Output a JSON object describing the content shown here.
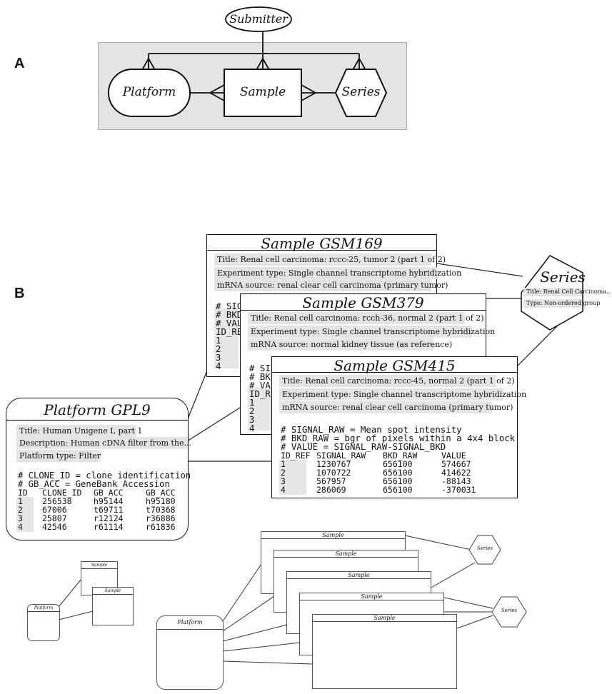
{
  "panel_a": {
    "label": "A",
    "entities": {
      "submitter": "Submitter",
      "platform": "Platform",
      "sample": "Sample",
      "series": "Series"
    }
  },
  "panel_b": {
    "label": "B",
    "samples": [
      {
        "title": "Sample GSM169",
        "fields": [
          "Title: Renal cell carcinoma: rccc-25, tumor 2 (part 1 of 2)",
          "Experiment type: Single channel transcriptome hybridization",
          "mRNA source: renal clear cell carcinoma (primary tumor)"
        ],
        "code_lines": [
          "# SIG",
          "# BKD",
          "# VAL",
          "ID_REF"
        ],
        "ids": [
          "1",
          "2",
          "3",
          "4"
        ]
      },
      {
        "title": "Sample GSM379",
        "fields": [
          "Title: Renal cell carcinoma: rcch-36, normal 2 (part 1 of 2)",
          "Experiment type: Single channel transcriptome hybridization",
          "mRNA source: normal kidney tissue (as reference)"
        ],
        "code_lines": [
          "# SI",
          "# BK",
          "# VA",
          "ID_R"
        ],
        "ids": [
          "1",
          "2",
          "3",
          "4"
        ]
      },
      {
        "title": "Sample GSM415",
        "fields": [
          "Title: Renal cell carcinoma: rccc-45, normal 2 (part 1 of 2)",
          "Experiment type: Single channel transcriptome hybridization",
          "mRNA source: renal clear cell carcinoma (primary tumor)"
        ],
        "comments": [
          "# SIGNAL_RAW = Mean spot intensity",
          "# BKD_RAW = bgr of pixels within a 4x4 block",
          "# VALUE = SIGNAL_RAW-SIGNAL_BKD"
        ],
        "columns": [
          "ID_REF",
          "SIGNAL_RAW",
          "BKD_RAW",
          "VALUE"
        ],
        "rows": [
          [
            "1",
            "1230767",
            "656100",
            "574667"
          ],
          [
            "2",
            "1070722",
            "656100",
            "414622"
          ],
          [
            "3",
            "567957",
            "656100",
            "-88143"
          ],
          [
            "4",
            "286069",
            "656100",
            "-370031"
          ]
        ]
      }
    ],
    "series": {
      "title": "Series",
      "fields": [
        "Title: Renal Cell Carcinoma...",
        "Type: Non-ordered group"
      ]
    },
    "platform": {
      "title": "Platform GPL9",
      "fields": [
        "Title: Human Unigene I, part 1",
        "Description: Human cDNA filter from the...",
        "Platform type: Filter"
      ],
      "comments": [
        "# CLONE_ID = clone identification",
        "# GB_ACC = GeneBank Accession"
      ],
      "columns": [
        "ID",
        "CLONE_ID",
        "GB_ACC",
        "GB_ACC"
      ],
      "rows": [
        [
          "1",
          "256538",
          "h95144",
          "h95180"
        ],
        [
          "2",
          "67006",
          "t69711",
          "t70368"
        ],
        [
          "3",
          "25807",
          "r12124",
          "r36886"
        ],
        [
          "4",
          "42546",
          "r61114",
          "r61836"
        ]
      ]
    }
  },
  "panel_c": {
    "small_sample_labels": [
      "Sample",
      "Sample"
    ],
    "small_platform_label": "Platform",
    "platform_label": "Platform",
    "sample_labels": [
      "Sample",
      "Sample",
      "Sample",
      "Sample",
      "Sample"
    ],
    "series_labels": [
      "Series",
      "Series"
    ]
  }
}
